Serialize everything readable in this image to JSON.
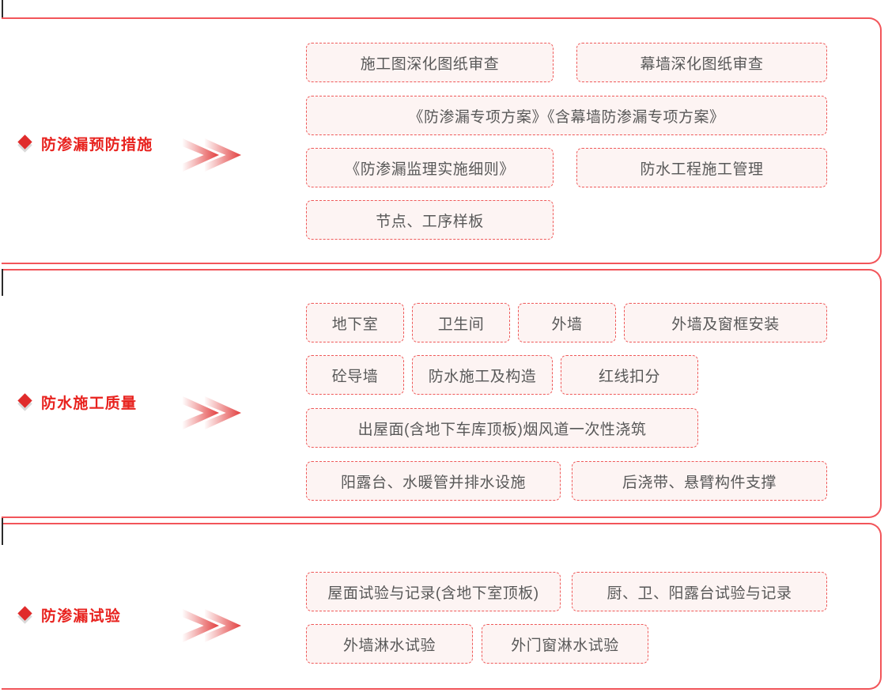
{
  "theme": {
    "accent_red": "#e8231f",
    "border_red": "#ef5a5a",
    "frame_red": "#f2555a",
    "box_fill": "#fdf4f3",
    "box_text": "#585858"
  },
  "diagram": {
    "type": "grouped-tag-diagram",
    "sections": [
      {
        "id": "prevention",
        "label": "防渗漏预防措施",
        "icon": "diamond-bullet-icon",
        "arrow": "double-chevron-arrow-icon",
        "rows": [
          [
            {
              "text": "施工图深化图纸审查"
            },
            {
              "text": "幕墙深化图纸审查"
            }
          ],
          [
            {
              "text": "《防渗漏专项方案》《含幕墙防渗漏专项方案》"
            }
          ],
          [
            {
              "text": "《防渗漏监理实施细则》"
            },
            {
              "text": "防水工程施工管理"
            }
          ],
          [
            {
              "text": "节点、工序样板"
            }
          ]
        ]
      },
      {
        "id": "construction-quality",
        "label": "防水施工质量",
        "icon": "diamond-bullet-icon",
        "arrow": "double-chevron-arrow-icon",
        "rows": [
          [
            {
              "text": "地下室"
            },
            {
              "text": "卫生间"
            },
            {
              "text": "外墙"
            },
            {
              "text": "外墙及窗框安装"
            }
          ],
          [
            {
              "text": "砼导墙"
            },
            {
              "text": "防水施工及构造"
            },
            {
              "text": "红线扣分"
            }
          ],
          [
            {
              "text": "出屋面(含地下车库顶板)烟风道一次性浇筑"
            }
          ],
          [
            {
              "text": "阳露台、水暖管并排水设施"
            },
            {
              "text": "后浇带、悬臂构件支撑"
            }
          ]
        ]
      },
      {
        "id": "leak-test",
        "label": "防渗漏试验",
        "icon": "diamond-bullet-icon",
        "arrow": "double-chevron-arrow-icon",
        "rows": [
          [
            {
              "text": "屋面试验与记录(含地下室顶板)"
            },
            {
              "text": "厨、卫、阳露台试验与记录"
            }
          ],
          [
            {
              "text": "外墙淋水试验"
            },
            {
              "text": "外门窗淋水试验"
            }
          ]
        ]
      }
    ]
  }
}
